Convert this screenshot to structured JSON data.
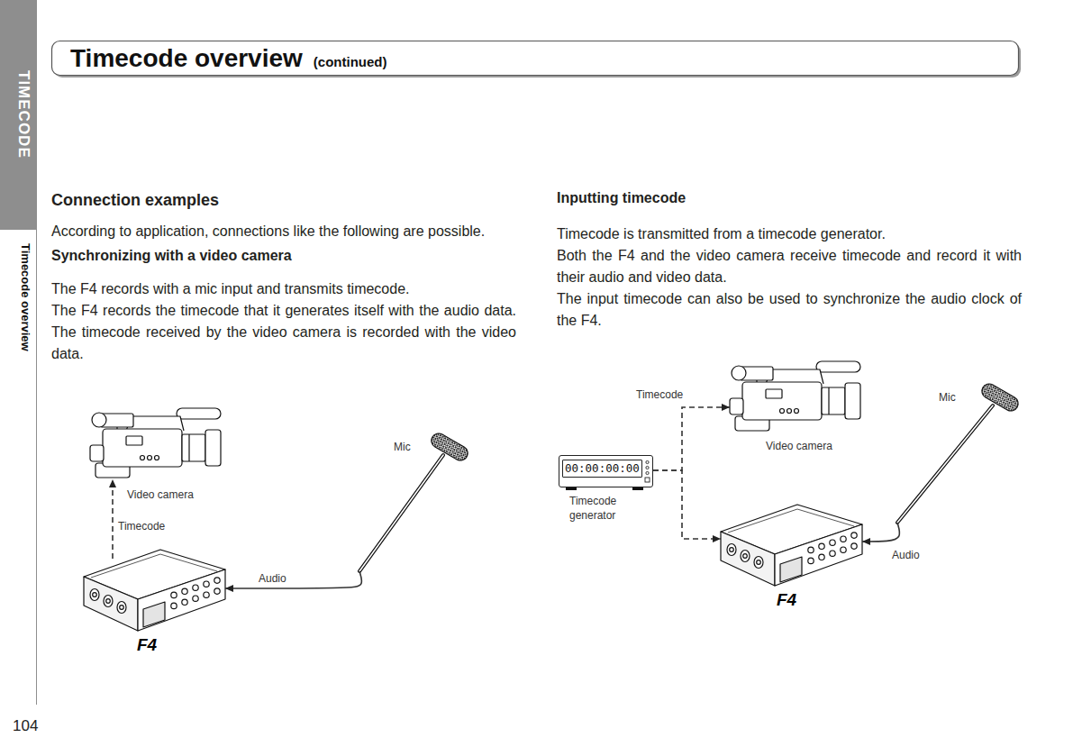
{
  "diagram": {
    "title": "Timecode overview",
    "nodes": [
      {
        "text": [
          "Video camera"
        ]
      },
      {
        "text": [
          "Mic"
        ]
      },
      {
        "text": [
          "F4"
        ]
      },
      {
        "text": [
          "Video camera"
        ]
      },
      {
        "text": [
          "Mic"
        ]
      },
      {
        "text": [
          "00:00:00:00",
          "Timecode generator"
        ]
      },
      {
        "text": [
          "F4"
        ]
      }
    ],
    "edges": [
      {
        "from": 2,
        "to": 0,
        "arrow": "to",
        "label": "Timecode"
      },
      {
        "from": 1,
        "to": 2,
        "arrow": "to",
        "label": "Audio"
      },
      {
        "from": 5,
        "to": 3,
        "arrow": "to",
        "label": "Timecode"
      },
      {
        "from": 5,
        "to": 6,
        "arrow": "to"
      },
      {
        "from": 4,
        "to": 6,
        "arrow": "to",
        "label": "Audio"
      }
    ],
    "labels": [
      "TIMECODE",
      "Timecode overview",
      "(continued)",
      "Connection examples",
      "According to application, connections like the following are possible.",
      "Synchronizing with a video camera",
      "The F4 records with a mic input and transmits timecode.",
      "The F4 records the timecode that it generates itself with the audio data. The timecode received by the video camera is recorded with the video data.",
      "Inputting timecode",
      "Timecode is transmitted from a timecode generator.",
      "Both the F4 and the video camera receive timecode and record it with their audio and video data.",
      "The input timecode can also be used to synchronize the audio clock of the F4.",
      "104"
    ]
  }
}
